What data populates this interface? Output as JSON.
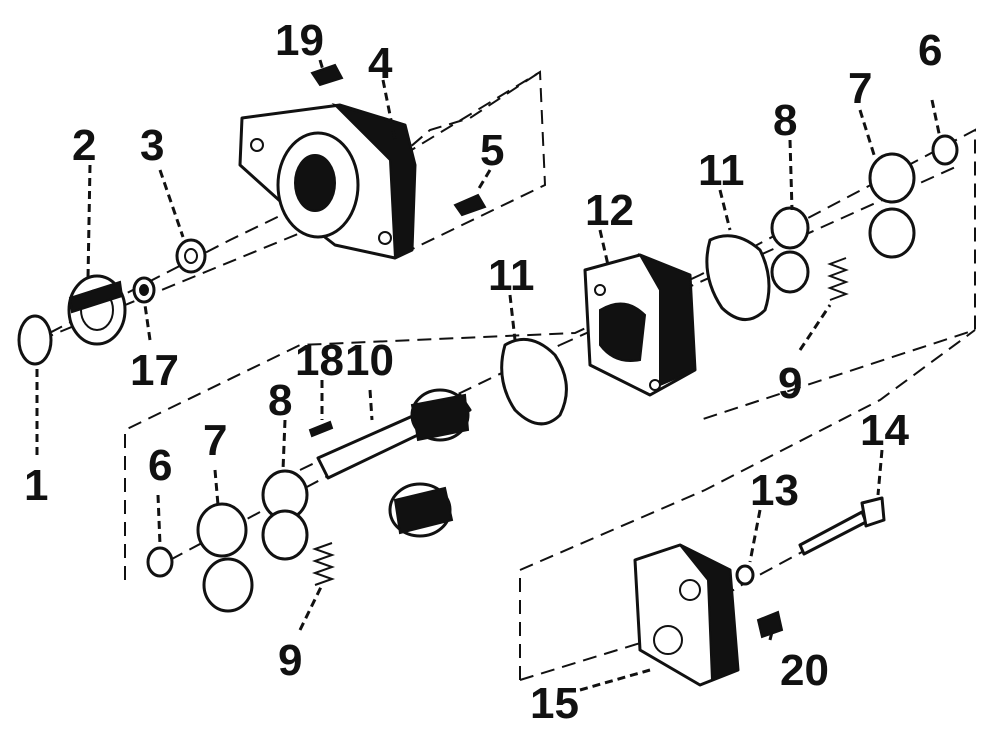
{
  "callouts": {
    "c1": "1",
    "c2": "2",
    "c3": "3",
    "c4": "4",
    "c5": "5",
    "c6a": "6",
    "c6b": "6",
    "c7a": "7",
    "c7b": "7",
    "c8a": "8",
    "c8b": "8",
    "c9a": "9",
    "c9b": "9",
    "c10": "10",
    "c11a": "11",
    "c11b": "11",
    "c12": "12",
    "c13": "13",
    "c14": "14",
    "c15": "15",
    "c17": "17",
    "c18": "18",
    "c19": "19",
    "c20": "20"
  },
  "colors": {
    "ink": "#111111",
    "paper": "#ffffff"
  }
}
